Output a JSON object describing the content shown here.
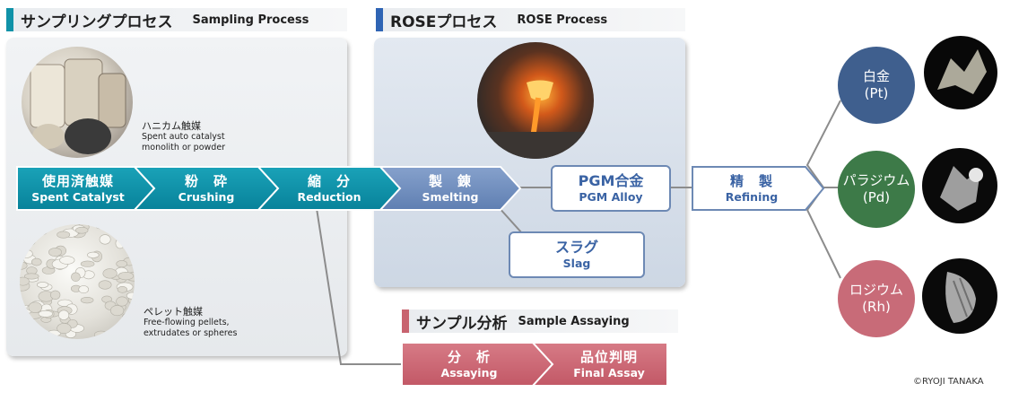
{
  "sampling": {
    "header_jp": "サンプリングプロセス",
    "header_en": "Sampling   Process",
    "honeycomb_caption_jp": "ハニカム触媒",
    "honeycomb_caption_en1": "Spent auto catalyst",
    "honeycomb_caption_en2": "monolith or powder",
    "pellet_caption_jp": "ペレット触媒",
    "pellet_caption_en1": "Free-flowing pellets,",
    "pellet_caption_en2": "extrudates or spheres"
  },
  "rose": {
    "header_jp": "ROSEプロセス",
    "header_en": "ROSE   Process"
  },
  "flow": {
    "spent_jp": "使用済触媒",
    "spent_en": "Spent Catalyst",
    "crush_jp": "粉　砕",
    "crush_en": "Crushing",
    "reduce_jp": "縮　分",
    "reduce_en": "Reduction",
    "smelt_jp": "製　錬",
    "smelt_en": "Smelting",
    "pgm_jp": "PGM合金",
    "pgm_en": "PGM Alloy",
    "slag_jp": "スラグ",
    "slag_en": "Slag",
    "refine_jp": "精　製",
    "refine_en": "Refining"
  },
  "assay": {
    "header_jp": "サンプル分析",
    "header_en": "Sample Assaying",
    "assay_jp": "分　析",
    "assay_en": "Assaying",
    "final_jp": "品位判明",
    "final_en": "Final Assay"
  },
  "metals": {
    "pt_jp": "白金",
    "pt_en": "(Pt)",
    "pd_jp": "パラジウム",
    "pd_en": "(Pd)",
    "rh_jp": "ロジウム",
    "rh_en": "(Rh)"
  },
  "colors": {
    "teal": "#0f8fa8",
    "steel_blue": "#6f8fc0",
    "pink": "#c8636f",
    "pt": "#3f5f8e",
    "pd": "#3d7a48",
    "rh": "#c86b78"
  },
  "copyright": "©RYOJI TANAKA"
}
